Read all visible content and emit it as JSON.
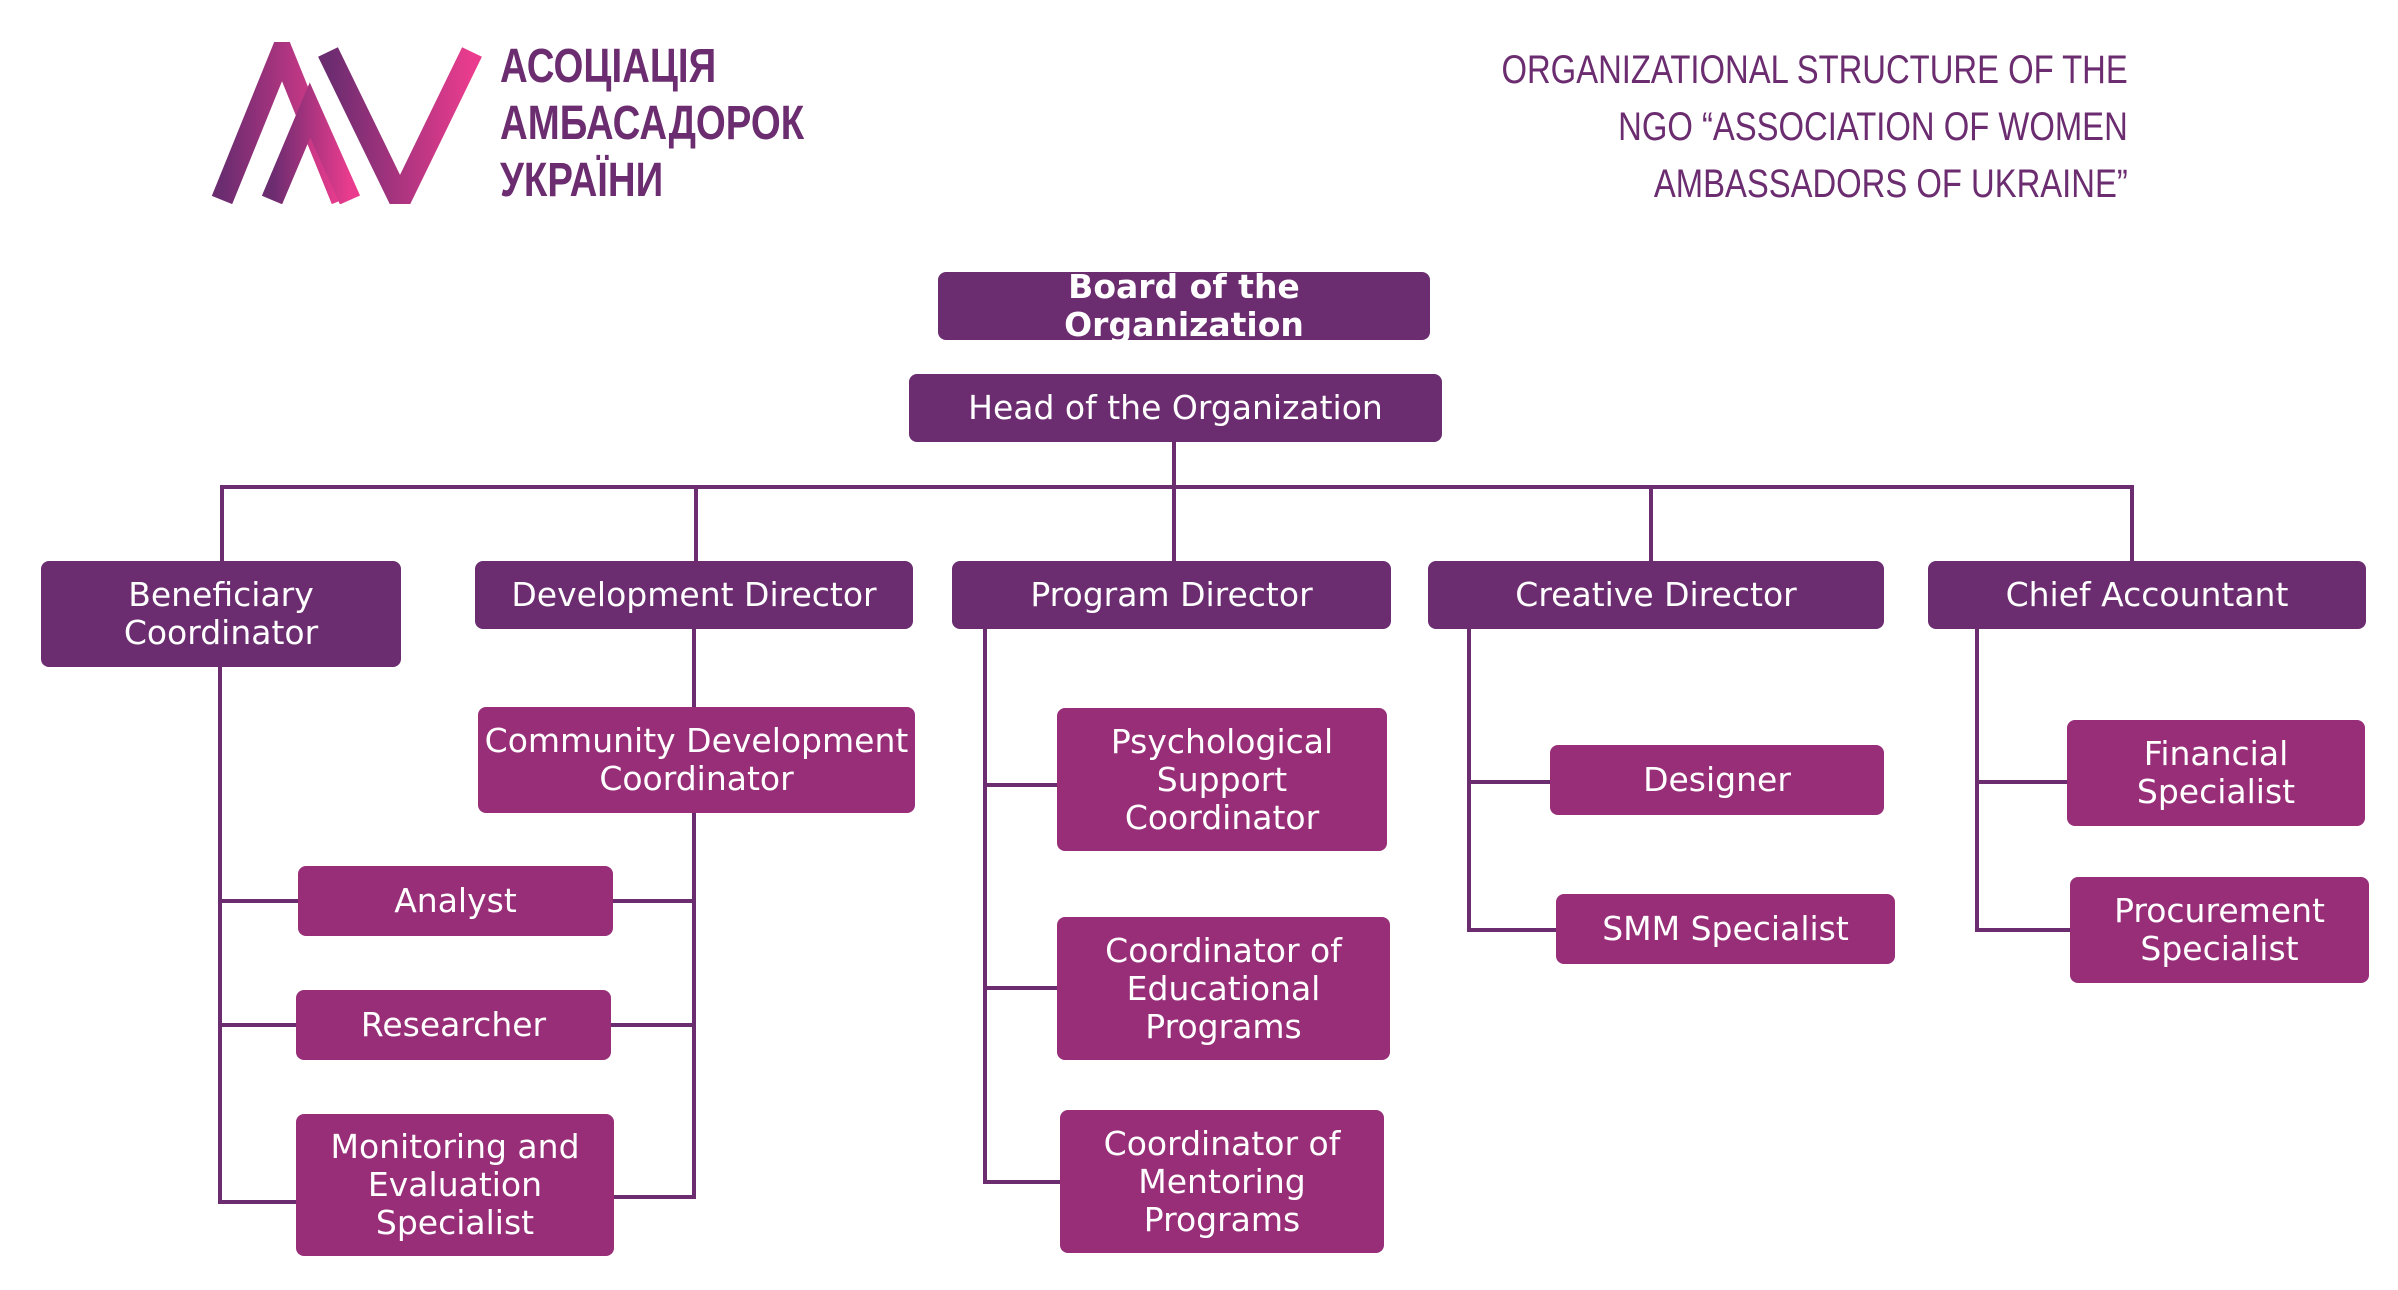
{
  "logo": {
    "line1": "АСОЦІАЦІЯ",
    "line2": "АМБАСАДОРОК",
    "line3": "УКРАЇНИ"
  },
  "title": {
    "line1": "ORGANIZATIONAL STRUCTURE OF THE",
    "line2": "NGO “ASSOCIATION OF WOMEN",
    "line3": "AMBASSADORS OF UKRAINE”"
  },
  "colors": {
    "primary": "#6b2c70",
    "accent": "#982e78",
    "logo_gradient_start": "#6b2c70",
    "logo_gradient_end": "#ea3c8e"
  },
  "nodes": {
    "board": "Board of the Organization",
    "head": "Head of the Organization",
    "beneficiary": "Beneficiary\nCoordinator",
    "development": "Development Director",
    "program": "Program Director",
    "creative": "Creative Director",
    "accountant": "Chief Accountant",
    "community": "Community Development\nCoordinator",
    "analyst": "Analyst",
    "researcher": "Researcher",
    "monitoring": "Monitoring and\nEvaluation\nSpecialist",
    "psych": "Psychological\nSupport\nCoordinator",
    "educational": "Coordinator of\nEducational\nPrograms",
    "mentoring": "Coordinator of\nMentoring\nPrograms",
    "designer": "Designer",
    "smm": "SMM Specialist",
    "financial": "Financial\nSpecialist",
    "procurement": "Procurement\nSpecialist"
  }
}
